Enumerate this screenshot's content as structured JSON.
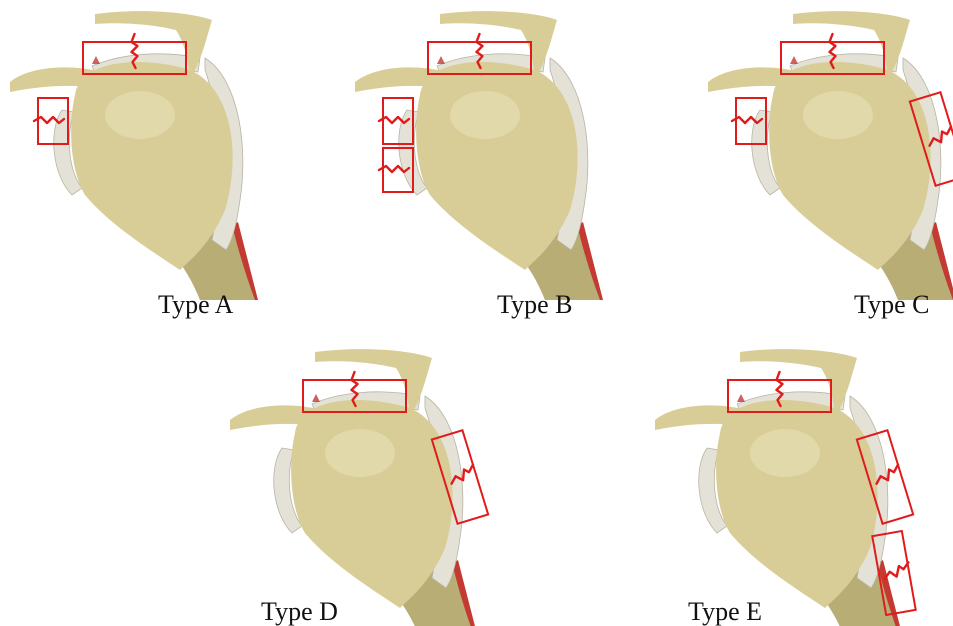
{
  "colors": {
    "bone": "#d8cd96",
    "bone_shadow": "#b9ad76",
    "bone_highlight": "#ebe3bc",
    "cartilage": "#e4e1d6",
    "cartilage_line": "#b8b4a6",
    "muscle": "#c23a32",
    "marker": "#e01b1b",
    "background": "#ffffff",
    "label": "#111111"
  },
  "icons": [
    "bone-shape",
    "tear-zigzag-icon",
    "highlight-box"
  ],
  "panels": [
    {
      "id": "a",
      "label": "Type A",
      "tears": [
        "superior",
        "anterior-upper"
      ]
    },
    {
      "id": "b",
      "label": "Type B",
      "tears": [
        "superior",
        "anterior-upper",
        "anterior-lower"
      ]
    },
    {
      "id": "c",
      "label": "Type C",
      "tears": [
        "superior",
        "anterior-upper",
        "posterior-upper"
      ]
    },
    {
      "id": "d",
      "label": "Type D",
      "tears": [
        "superior",
        "posterior-upper"
      ]
    },
    {
      "id": "e",
      "label": "Type E",
      "tears": [
        "superior",
        "posterior-upper",
        "posterior-lower"
      ]
    }
  ]
}
